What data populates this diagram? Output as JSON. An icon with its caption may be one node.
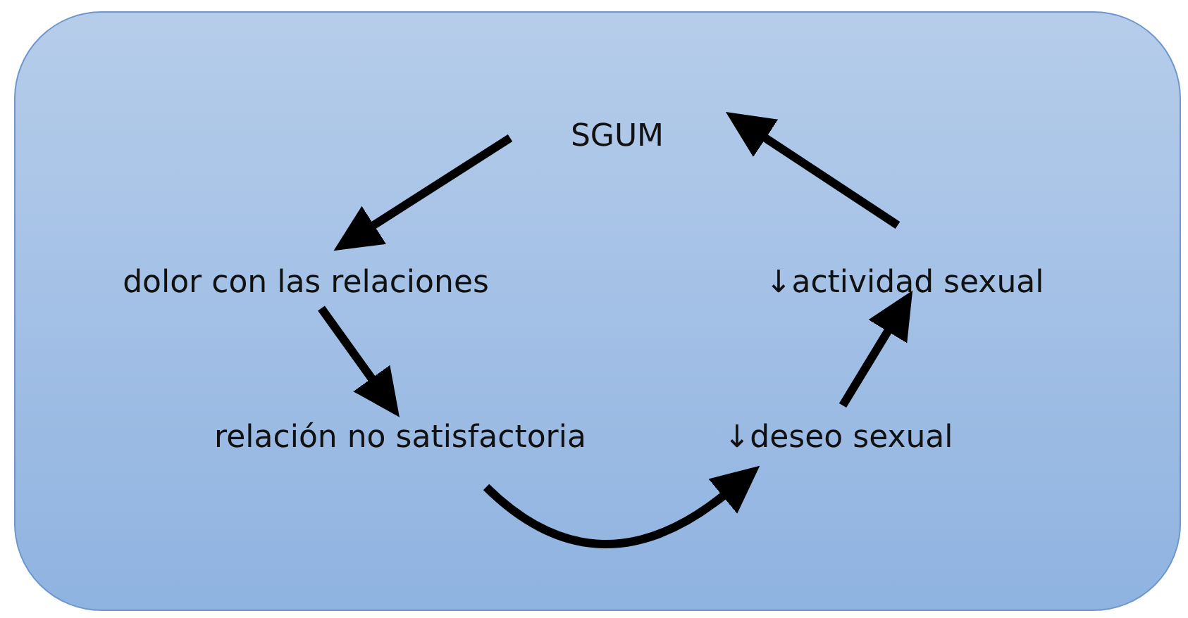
{
  "diagram": {
    "nodes": [
      {
        "text": [
          "SGUM"
        ]
      },
      {
        "text": [
          "dolor con las relaciones"
        ]
      },
      {
        "text": [
          "relación no satisfactoria"
        ]
      },
      {
        "text": [
          "↓deseo sexual"
        ]
      },
      {
        "text": [
          "↓actividad sexual"
        ]
      }
    ],
    "edges": [
      {
        "from": 0,
        "to": 1,
        "arrow": "to"
      },
      {
        "from": 1,
        "to": 2,
        "arrow": "to"
      },
      {
        "from": 2,
        "to": 3,
        "arrow": "to"
      },
      {
        "from": 3,
        "to": 4,
        "arrow": "to"
      },
      {
        "from": 4,
        "to": 0,
        "arrow": "to"
      }
    ]
  }
}
